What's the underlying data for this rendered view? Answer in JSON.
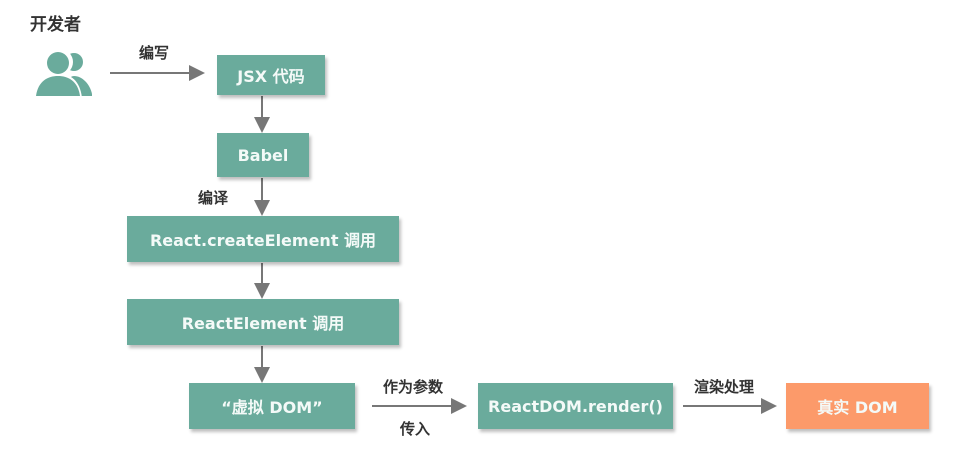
{
  "title": "开发者",
  "colors": {
    "primary": "#6aab9c",
    "accent": "#fc9a6a",
    "arrow": "#777777"
  },
  "nodes": {
    "jsx": "JSX 代码",
    "babel": "Babel",
    "create_element": "React.createElement 调用",
    "react_element": "ReactElement 调用",
    "virtual_dom": "“虚拟 DOM”",
    "render": "ReactDOM.render()",
    "real_dom": "真实 DOM"
  },
  "edges": {
    "write": "编写",
    "compile": "编译",
    "as_param": "作为参数",
    "pass_in": "传入",
    "render_process": "渲染处理"
  },
  "icons": {
    "developer": "users-icon"
  }
}
